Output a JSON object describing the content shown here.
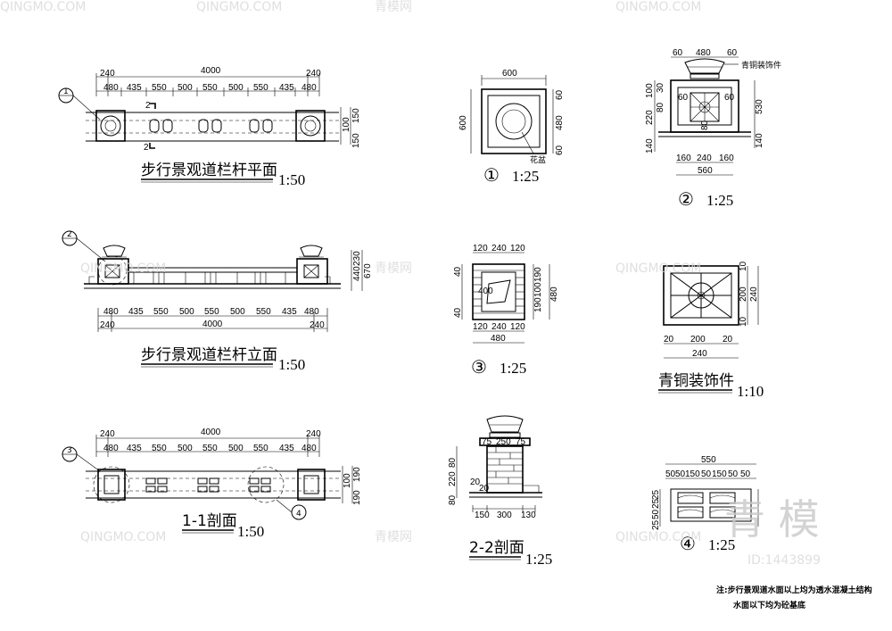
{
  "views": {
    "plan": {
      "title": "步行景观道栏杆平面",
      "scale": "1:50",
      "marker": "1",
      "section_mark": "2",
      "top_dims": [
        "240",
        "4000",
        "240"
      ],
      "sub_dims": [
        "480",
        "435",
        "550",
        "500",
        "550",
        "500",
        "550",
        "435",
        "480"
      ],
      "side_dims": [
        "100",
        "150",
        "150"
      ]
    },
    "elevation": {
      "title": "步行景观道栏杆立面",
      "scale": "1:50",
      "marker": "2",
      "sub_dims": [
        "480",
        "435",
        "550",
        "500",
        "550",
        "500",
        "550",
        "435",
        "480"
      ],
      "bottom_dims": [
        "240",
        "4000",
        "240"
      ],
      "side_dims": [
        "440",
        "230",
        "670"
      ]
    },
    "section11": {
      "title": "1-1剖面",
      "scale": "1:50",
      "marker": "3",
      "detail_marker": "4",
      "top_dims": [
        "240",
        "4000",
        "240"
      ],
      "sub_dims": [
        "480",
        "435",
        "550",
        "500",
        "550",
        "500",
        "550",
        "435",
        "480"
      ],
      "side_dims": [
        "100",
        "190",
        "190"
      ]
    },
    "detail1": {
      "scale": "1:25",
      "circle": "①",
      "width": "600",
      "height": "600",
      "inner": "480",
      "top": "60",
      "bottom": "60",
      "label": "花盆"
    },
    "detail3": {
      "scale": "1:25",
      "circle": "③",
      "top_dims": [
        "120",
        "240",
        "120"
      ],
      "bottom_dims": [
        "120",
        "240",
        "120"
      ],
      "total": "480",
      "left_dims": [
        "40",
        "400",
        "40"
      ],
      "right_dims": [
        "190",
        "100",
        "190",
        "480"
      ]
    },
    "section22": {
      "title": "2-2剖面",
      "scale": "1:25",
      "top_dims": [
        "75",
        "250",
        "75"
      ],
      "bottom_dims": [
        "150",
        "300",
        "130"
      ],
      "left_dims": [
        "80",
        "220",
        "80"
      ],
      "inner_dims": [
        "20",
        "20"
      ]
    },
    "detail2": {
      "scale": "1:25",
      "circle": "②",
      "label": "青铜装饰件",
      "top_dims": [
        "60",
        "480",
        "60"
      ],
      "bottom_dims": [
        "160",
        "240",
        "160"
      ],
      "total": "560",
      "left_dims": [
        "100",
        "30",
        "220",
        "80",
        "140"
      ],
      "right_dims": [
        "530",
        "140"
      ],
      "inner_dims": [
        "60",
        "60",
        "80"
      ]
    },
    "bronze": {
      "title": "青铜装饰件",
      "scale": "1:10",
      "bottom_dims": [
        "20",
        "200",
        "20"
      ],
      "total": "240",
      "right_dims": [
        "10",
        "200",
        "10",
        "240"
      ]
    },
    "detail4": {
      "scale": "1:25",
      "circle": "④",
      "total": "550",
      "sub_dims": [
        "50",
        "50",
        "150",
        "50",
        "150",
        "50",
        "50"
      ],
      "left_dims": [
        "25",
        "25",
        "50",
        "25"
      ]
    }
  },
  "note": {
    "line1": "注:步行景观道水面以上均为透水混凝土结构",
    "line2": "水面以下均为砼基底"
  },
  "watermark": {
    "small": "QINGMO.COM",
    "cn": "青模网",
    "big": "青 模",
    "id": "ID:1443899"
  }
}
